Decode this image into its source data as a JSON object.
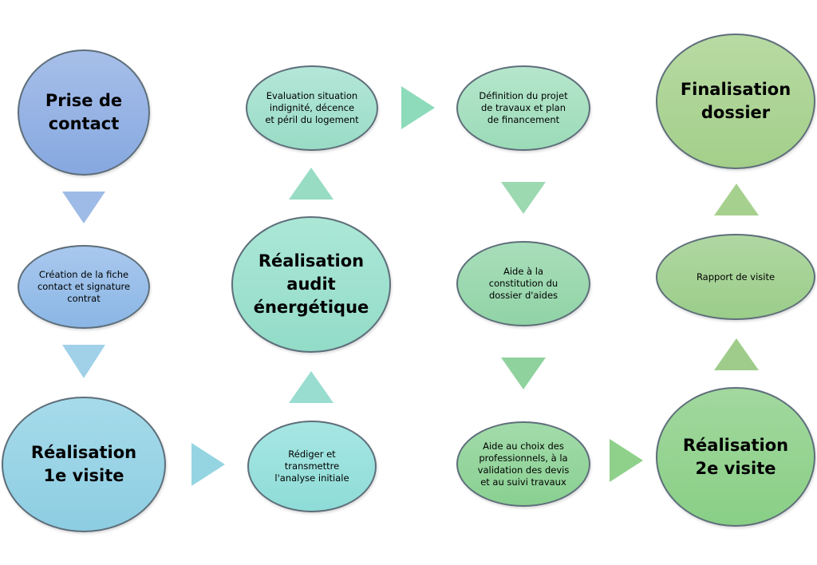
{
  "nodes": {
    "prise_contact": "Prise de\ncontact",
    "creation_fiche": "Création de la fiche\ncontact et signature\ncontrat",
    "realisation_1e_visite": "Réalisation\n1e visite",
    "evaluation_situation": "Evaluation situation\nindignité, décence\net péril du logement",
    "realisation_audit": "Réalisation\naudit\nénergétique",
    "rediger_transmettre": "Rédiger et\ntransmettre\nl'analyse initiale",
    "definition_projet": "Définition du projet\nde travaux et plan\nde financement",
    "aide_constitution": "Aide à la\nconstitution du\ndossier d'aides",
    "aide_choix": "Aide au choix des\nprofessionnels, à la\nvalidation des devis\net au suivi travaux",
    "finalisation_dossier": "Finalisation\ndossier",
    "rapport_visite": "Rapport de visite",
    "realisation_2e_visite": "Réalisation\n2e visite"
  },
  "colors": {
    "blue": "#86a8e0",
    "light_blue": "#8dcde2",
    "teal": "#92dcc8",
    "green": "#91d3a6",
    "olive_green": "#a3cf8a"
  }
}
